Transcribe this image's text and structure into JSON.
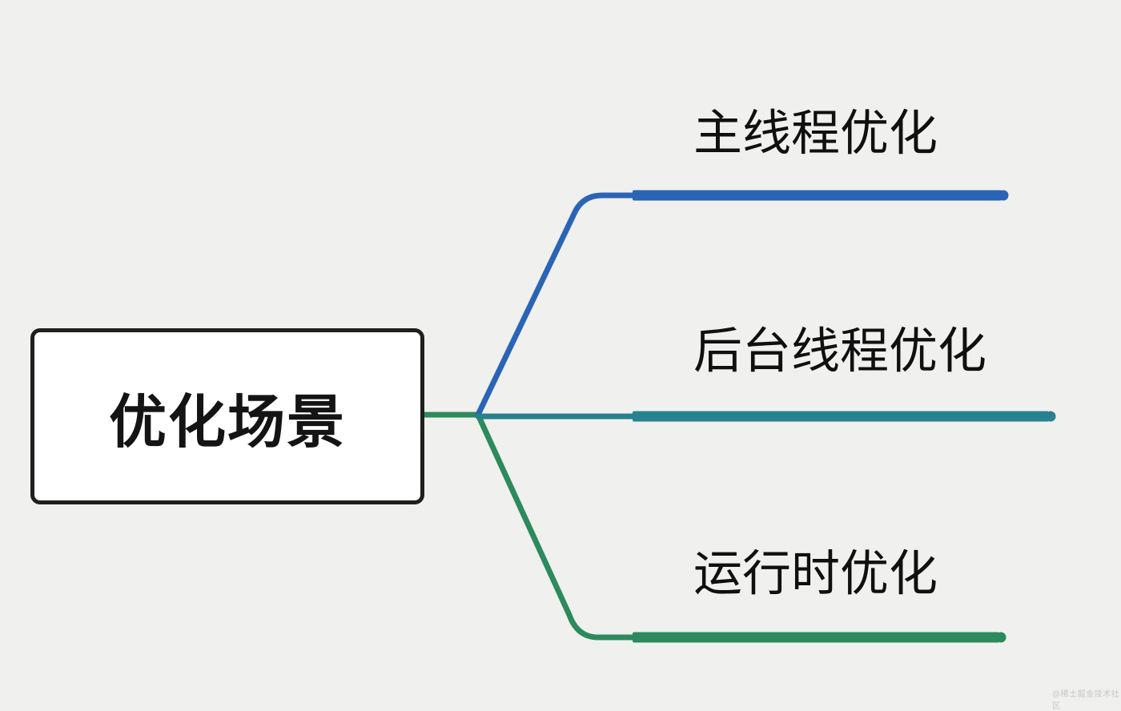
{
  "page": {
    "background": "#f0f0ef",
    "watermark": "@稀土掘金技术社区"
  },
  "root": {
    "label": "优化场景",
    "border_color": "#1f1f1f",
    "fill": "#ffffff",
    "text_color": "#141414"
  },
  "branches": [
    {
      "id": "main-thread-optimization",
      "label": "主线程优化",
      "color": "#2a64b5"
    },
    {
      "id": "background-thread-optimization",
      "label": "后台线程优化",
      "color": "#27818e"
    },
    {
      "id": "runtime-optimization",
      "label": "运行时优化",
      "color": "#2c8a5c"
    }
  ]
}
